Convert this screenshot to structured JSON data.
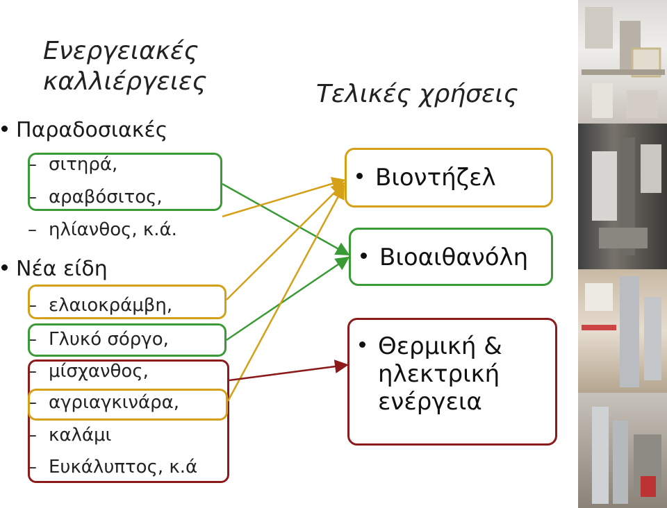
{
  "left": {
    "title_line1": "Ενεργειακές",
    "title_line2": "καλλιέργειες",
    "group1": {
      "label": "Παραδοσιακές",
      "items": [
        "σιτηρά,",
        "αραβόσιτος,",
        "ηλίανθος, κ.ά."
      ]
    },
    "group2": {
      "label": "Νέα είδη",
      "items": [
        "ελαιοκράμβη,",
        "Γλυκό σόργο,",
        "μίσχανθος,",
        "αγριαγκινάρα,",
        "καλάμι",
        "Ευκάλυπτος, κ.ά"
      ]
    }
  },
  "right": {
    "title": "Τελικές χρήσεις",
    "uses": [
      "Βιοντήζελ",
      "Βιοαιθανόλη"
    ],
    "thermal_line1": "Θερμική &",
    "thermal_line2": "ηλεκτρική",
    "thermal_line3": "ενέργεια"
  },
  "colors": {
    "green": "#3a9a35",
    "gold": "#d4a017",
    "darkred": "#8b1a1a"
  }
}
